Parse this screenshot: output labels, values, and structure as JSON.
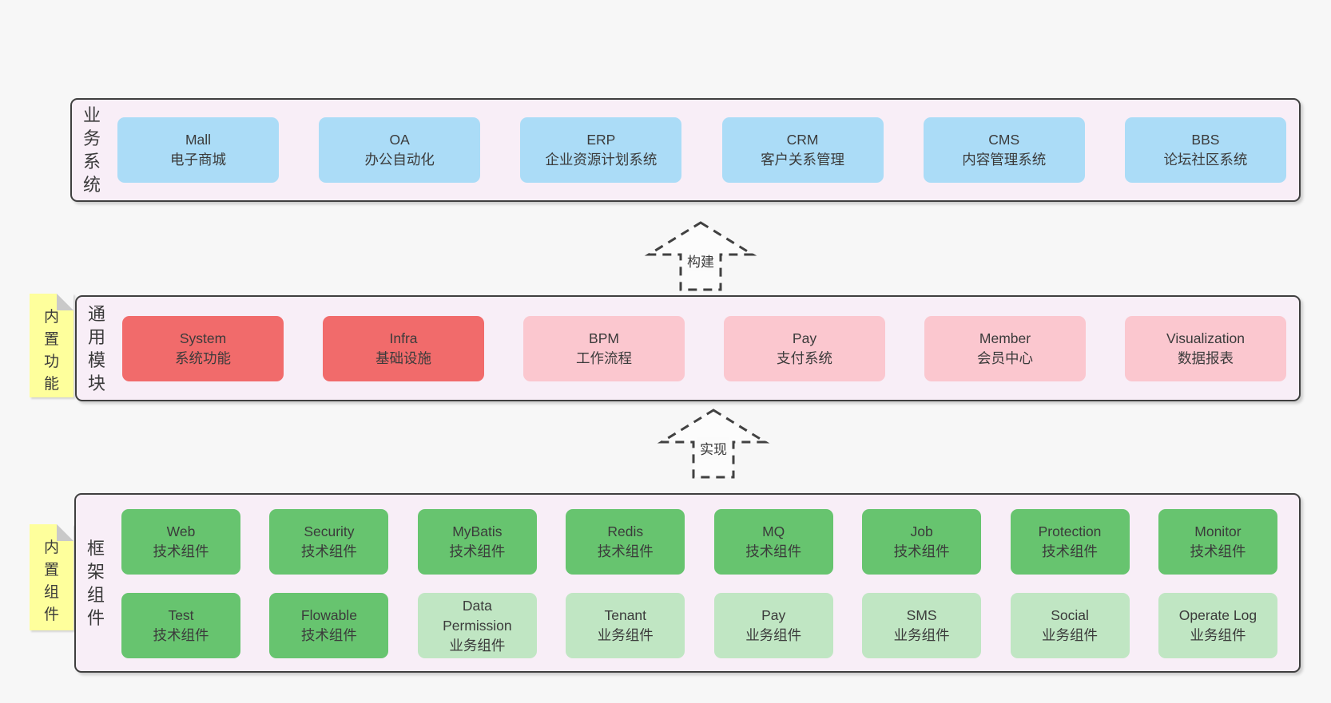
{
  "colors": {
    "page_bg": "#f7f7f7",
    "layer_bg": "#f8eef7",
    "layer_border": "#3f3f3f",
    "blue_box": "#abdcf7",
    "red_box": "#f16b6b",
    "pink_box": "#fbc7cf",
    "green_box": "#67c46f",
    "green_light_box": "#c0e6c3",
    "note_bg": "#feff9c",
    "note_fold": "#c9c9c9",
    "text": "#3b3b3b"
  },
  "notes": [
    {
      "label": "内置功能"
    },
    {
      "label": "内置组件"
    }
  ],
  "arrows": [
    {
      "label": "构建"
    },
    {
      "label": "实现"
    }
  ],
  "layers": [
    {
      "label": "业务系统",
      "boxes": [
        {
          "name": "Mall",
          "desc": "电子商城",
          "variant": "blue"
        },
        {
          "name": "OA",
          "desc": "办公自动化",
          "variant": "blue"
        },
        {
          "name": "ERP",
          "desc": "企业资源计划系统",
          "variant": "blue"
        },
        {
          "name": "CRM",
          "desc": "客户关系管理",
          "variant": "blue"
        },
        {
          "name": "CMS",
          "desc": "内容管理系统",
          "variant": "blue"
        },
        {
          "name": "BBS",
          "desc": "论坛社区系统",
          "variant": "blue"
        }
      ]
    },
    {
      "label": "通用模块",
      "boxes": [
        {
          "name": "System",
          "desc": "系统功能",
          "variant": "red"
        },
        {
          "name": "Infra",
          "desc": "基础设施",
          "variant": "red"
        },
        {
          "name": "BPM",
          "desc": "工作流程",
          "variant": "pink"
        },
        {
          "name": "Pay",
          "desc": "支付系统",
          "variant": "pink"
        },
        {
          "name": "Member",
          "desc": "会员中心",
          "variant": "pink"
        },
        {
          "name": "Visualization",
          "desc": "数据报表",
          "variant": "pink"
        }
      ]
    },
    {
      "label": "框架组件",
      "rows": [
        [
          {
            "name": "Web",
            "desc": "技术组件",
            "variant": "green"
          },
          {
            "name": "Security",
            "desc": "技术组件",
            "variant": "green"
          },
          {
            "name": "MyBatis",
            "desc": "技术组件",
            "variant": "green"
          },
          {
            "name": "Redis",
            "desc": "技术组件",
            "variant": "green"
          },
          {
            "name": "MQ",
            "desc": "技术组件",
            "variant": "green"
          },
          {
            "name": "Job",
            "desc": "技术组件",
            "variant": "green"
          },
          {
            "name": "Protection",
            "desc": "技术组件",
            "variant": "green"
          },
          {
            "name": "Monitor",
            "desc": "技术组件",
            "variant": "green"
          }
        ],
        [
          {
            "name": "Test",
            "desc": "技术组件",
            "variant": "green"
          },
          {
            "name": "Flowable",
            "desc": "技术组件",
            "variant": "green"
          },
          {
            "name": "Data Permission",
            "desc": "业务组件",
            "variant": "green-light"
          },
          {
            "name": "Tenant",
            "desc": "业务组件",
            "variant": "green-light"
          },
          {
            "name": "Pay",
            "desc": "业务组件",
            "variant": "green-light"
          },
          {
            "name": "SMS",
            "desc": "业务组件",
            "variant": "green-light"
          },
          {
            "name": "Social",
            "desc": "业务组件",
            "variant": "green-light"
          },
          {
            "name": "Operate Log",
            "desc": "业务组件",
            "variant": "green-light"
          }
        ]
      ]
    }
  ]
}
